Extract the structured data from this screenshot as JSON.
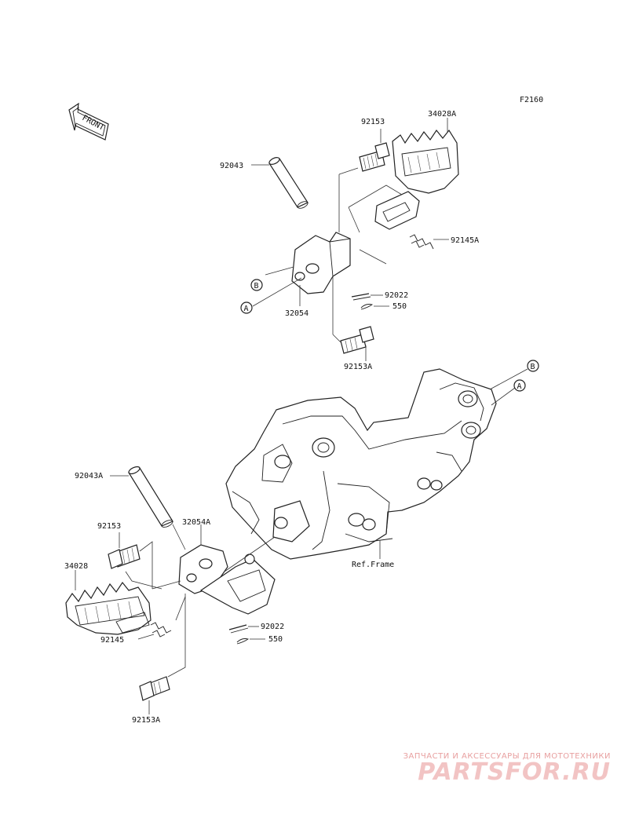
{
  "figure_code": "F2160",
  "front_label": "FRONT",
  "frame_label": "Ref.Frame",
  "callouts": {
    "a": "A",
    "b": "B"
  },
  "parts": {
    "upper_bolt": "92153",
    "upper_footpeg": "34028A",
    "upper_pin": "92043",
    "upper_spring": "92145A",
    "upper_bracket": "32054",
    "upper_washer": "92022",
    "upper_cotter": "550",
    "upper_lower_bolt": "92153A",
    "lower_pin": "92043A",
    "lower_bracket": "32054A",
    "lower_bolt": "92153",
    "lower_footpeg": "34028",
    "lower_washer": "92022",
    "lower_cotter": "550",
    "lower_spring": "92145",
    "lower_lower_bolt": "92153A"
  },
  "watermark": {
    "line1": "ЗАПЧАСТИ И АКСЕССУАРЫ ДЛЯ МОТОТЕХНИКИ",
    "line2": "PARTSFOR.RU"
  }
}
